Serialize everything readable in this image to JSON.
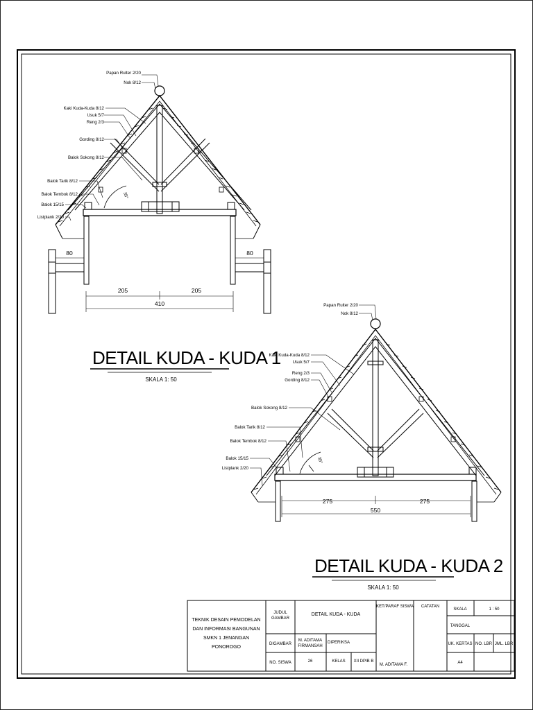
{
  "drawing1": {
    "title": "DETAIL KUDA - KUDA 1",
    "scale": "SKALA 1: 50",
    "labels": {
      "papan_rulter": "Papan Rulter 2/20",
      "nok": "Nok 8/12",
      "kaki_kuda": "Kaki Kuda-Kuda 8/12",
      "usuk": "Usuk 5/7",
      "reng": "Reng 2/3",
      "gording": "Gording 8/12",
      "balok_sokong": "Balok Sokong 8/12",
      "balok_tarik": "Balok Tarik 8/12",
      "balok_tembok": "Balok Tembok 8/12",
      "balok_15": "Balok 15/15",
      "listplank": "Listplank 2/20"
    },
    "angle": "35°",
    "dims": {
      "left_overhang": "80",
      "right_overhang": "80",
      "half_left": "205",
      "half_right": "205",
      "total": "410"
    }
  },
  "drawing2": {
    "title": "DETAIL KUDA - KUDA 2",
    "scale": "SKALA 1: 50",
    "labels": {
      "papan_rulter": "Papan Rulter 2/20",
      "nok": "Nok 8/12",
      "kaki_kuda": "Kaki Kuda-Kuda 8/12",
      "usuk": "Usuk 5/7",
      "reng": "Reng 2/3",
      "gording": "Gording 8/12",
      "balok_sokong": "Balok Sokong 8/12",
      "balok_tarik": "Balok Tarik 8/12",
      "balok_tembok": "Balok Tembok 8/12",
      "balok_15": "Balok 15/15",
      "listplank": "Listplank 2/20"
    },
    "angle": "35°",
    "dims": {
      "half_left": "275",
      "half_right": "275",
      "total": "550"
    }
  },
  "title_block": {
    "school": [
      "TEKNIK DESAIN PEMODELAN",
      "DAN INFORMASI BANGUNAN",
      "SMKN 1 JENANGAN",
      "PONOROGO"
    ],
    "judul_label": [
      "JUDUL",
      "GAMBAR"
    ],
    "judul_value": "DETAIL KUDA - KUDA",
    "ket_paraf": "KET/PARAF SISWA",
    "catatan": "CATATAN",
    "skala_label": "SKALA",
    "skala_value": "1 : 50",
    "tanggal_label": "TANGGAL",
    "digambar_label": "DIGAMBAR",
    "digambar_value": [
      "M. ADITAMA",
      "FIRMANSAH"
    ],
    "diperiksa_label": "DIPERIKSA",
    "uk_kertas_label": "UK. KERTAS",
    "no_lbr_label": "NO. LBR",
    "jml_lbr_label": "JML. LBR",
    "no_siswa_label": "NO. SISWA",
    "no_siswa_value": "26",
    "kelas_label": "KELAS",
    "kelas_value": "XII DPIB B",
    "paraf_value": "M. ADITAMA F.",
    "kertas_value": "A4"
  }
}
